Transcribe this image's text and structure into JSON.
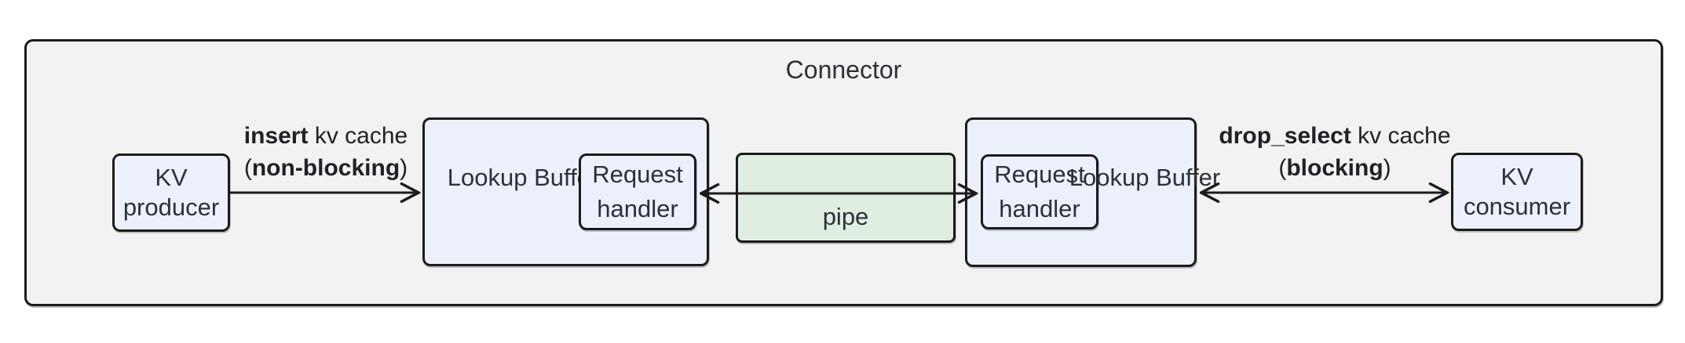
{
  "title": {
    "text": "Connector"
  },
  "nodes": {
    "kv_producer": {
      "line1": "KV",
      "line2": "producer"
    },
    "lookup_buffer_left": {
      "line1": "Lookup",
      "line2": "Buffer"
    },
    "request_handler_left": {
      "line1": "Request",
      "line2": "handler"
    },
    "pipe": {
      "label": "pipe"
    },
    "request_handler_right": {
      "line1": "Request",
      "line2": "handler"
    },
    "lookup_buffer_right": {
      "line1": "Lookup",
      "line2": "Buffer"
    },
    "kv_consumer": {
      "line1": "KV",
      "line2": "consumer"
    }
  },
  "edges": {
    "producer_to_buffer": {
      "bold_1": "insert",
      "rest_1": " kv cache",
      "open_paren": "(",
      "bold_2": "non-blocking",
      "close_paren": ")"
    },
    "buffer_to_consumer": {
      "bold_1": "drop_select",
      "rest_1": " kv cache",
      "open_paren": "(",
      "bold_2": "blocking",
      "close_paren": ")"
    }
  },
  "colors": {
    "container_fill": "#f2f2f2",
    "node_fill": "#ecf0fb",
    "pipe_fill": "#dfeee1",
    "border": "#1b1b1b",
    "node_text": "#2d3038",
    "edge_text": "#1f2127"
  }
}
